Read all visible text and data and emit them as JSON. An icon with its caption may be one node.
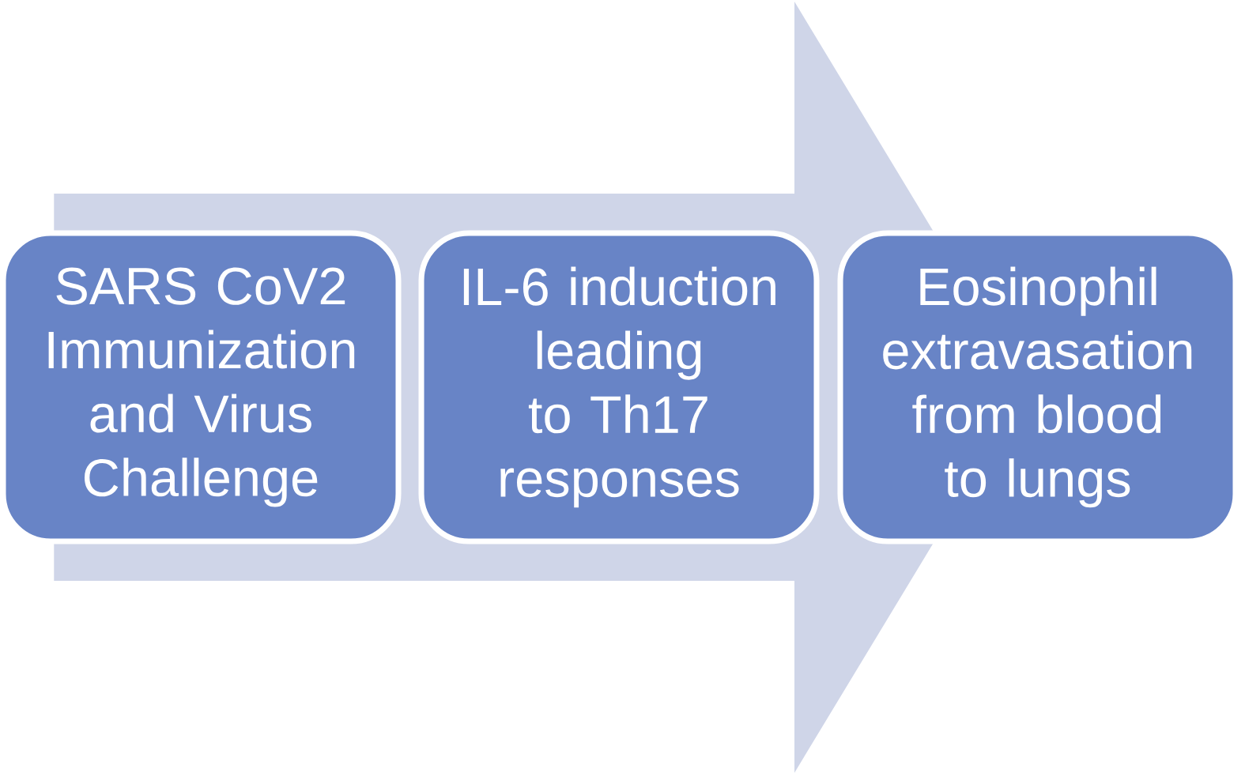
{
  "diagram": {
    "nodes": [
      {
        "text": [
          "SARS CoV2 Immunization and Virus Challenge"
        ]
      },
      {
        "text": [
          "IL-6 induction leading to Th17 responses"
        ]
      },
      {
        "text": [
          "Eosinophil extravasation from blood to lungs"
        ]
      }
    ],
    "edges": [
      {
        "from": 0,
        "to": 2,
        "arrow": "to"
      }
    ]
  }
}
